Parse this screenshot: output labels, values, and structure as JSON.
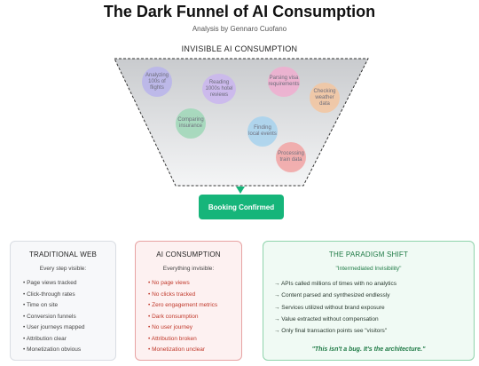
{
  "header": {
    "title": "The Dark Funnel of AI Consumption",
    "subtitle": "Analysis by Gennaro Cuofano"
  },
  "funnel": {
    "label": "INVISIBLE AI CONSUMPTION",
    "bubbles": [
      {
        "label": "Analyzing 100s of flights",
        "color": "#b9b4ec"
      },
      {
        "label": "Reading 1000s hotel reviews",
        "color": "#cbb6f0"
      },
      {
        "label": "Parsing visa requirements",
        "color": "#f1aed0"
      },
      {
        "label": "Checking weather data",
        "color": "#f4c6a0"
      },
      {
        "label": "Comparing insurance",
        "color": "#9fd8b8"
      },
      {
        "label": "Finding local events",
        "color": "#a7d3ee"
      },
      {
        "label": "Processing train data",
        "color": "#f2a4a4"
      }
    ],
    "output": "Booking Confirmed",
    "output_color": "#16b57a"
  },
  "panels": {
    "traditional": {
      "title": "TRADITIONAL WEB",
      "intro": "Every step visible:",
      "items": [
        "Page views tracked",
        "Click-through rates",
        "Time on site",
        "Conversion funnels",
        "User journeys mapped",
        "Attribution clear",
        "Monetization obvious"
      ]
    },
    "ai": {
      "title": "AI CONSUMPTION",
      "intro": "Everything invisible:",
      "items": [
        "No page views",
        "No clicks tracked",
        "Zero engagement metrics",
        "Dark consumption",
        "No user journey",
        "Attribution broken",
        "Monetization unclear"
      ]
    },
    "shift": {
      "title": "THE PARADIGM SHIFT",
      "intro": "\"Intermediated Invisibility\"",
      "items": [
        "→ APIs called millions of times with no analytics",
        "→ Content parsed and synthesized endlessly",
        "→ Services utilized without brand exposure",
        "→ Value extracted without compensation",
        "→ Only final transaction points see \"visitors\""
      ],
      "quote": "\"This isn't a bug. It's the architecture.\""
    }
  }
}
